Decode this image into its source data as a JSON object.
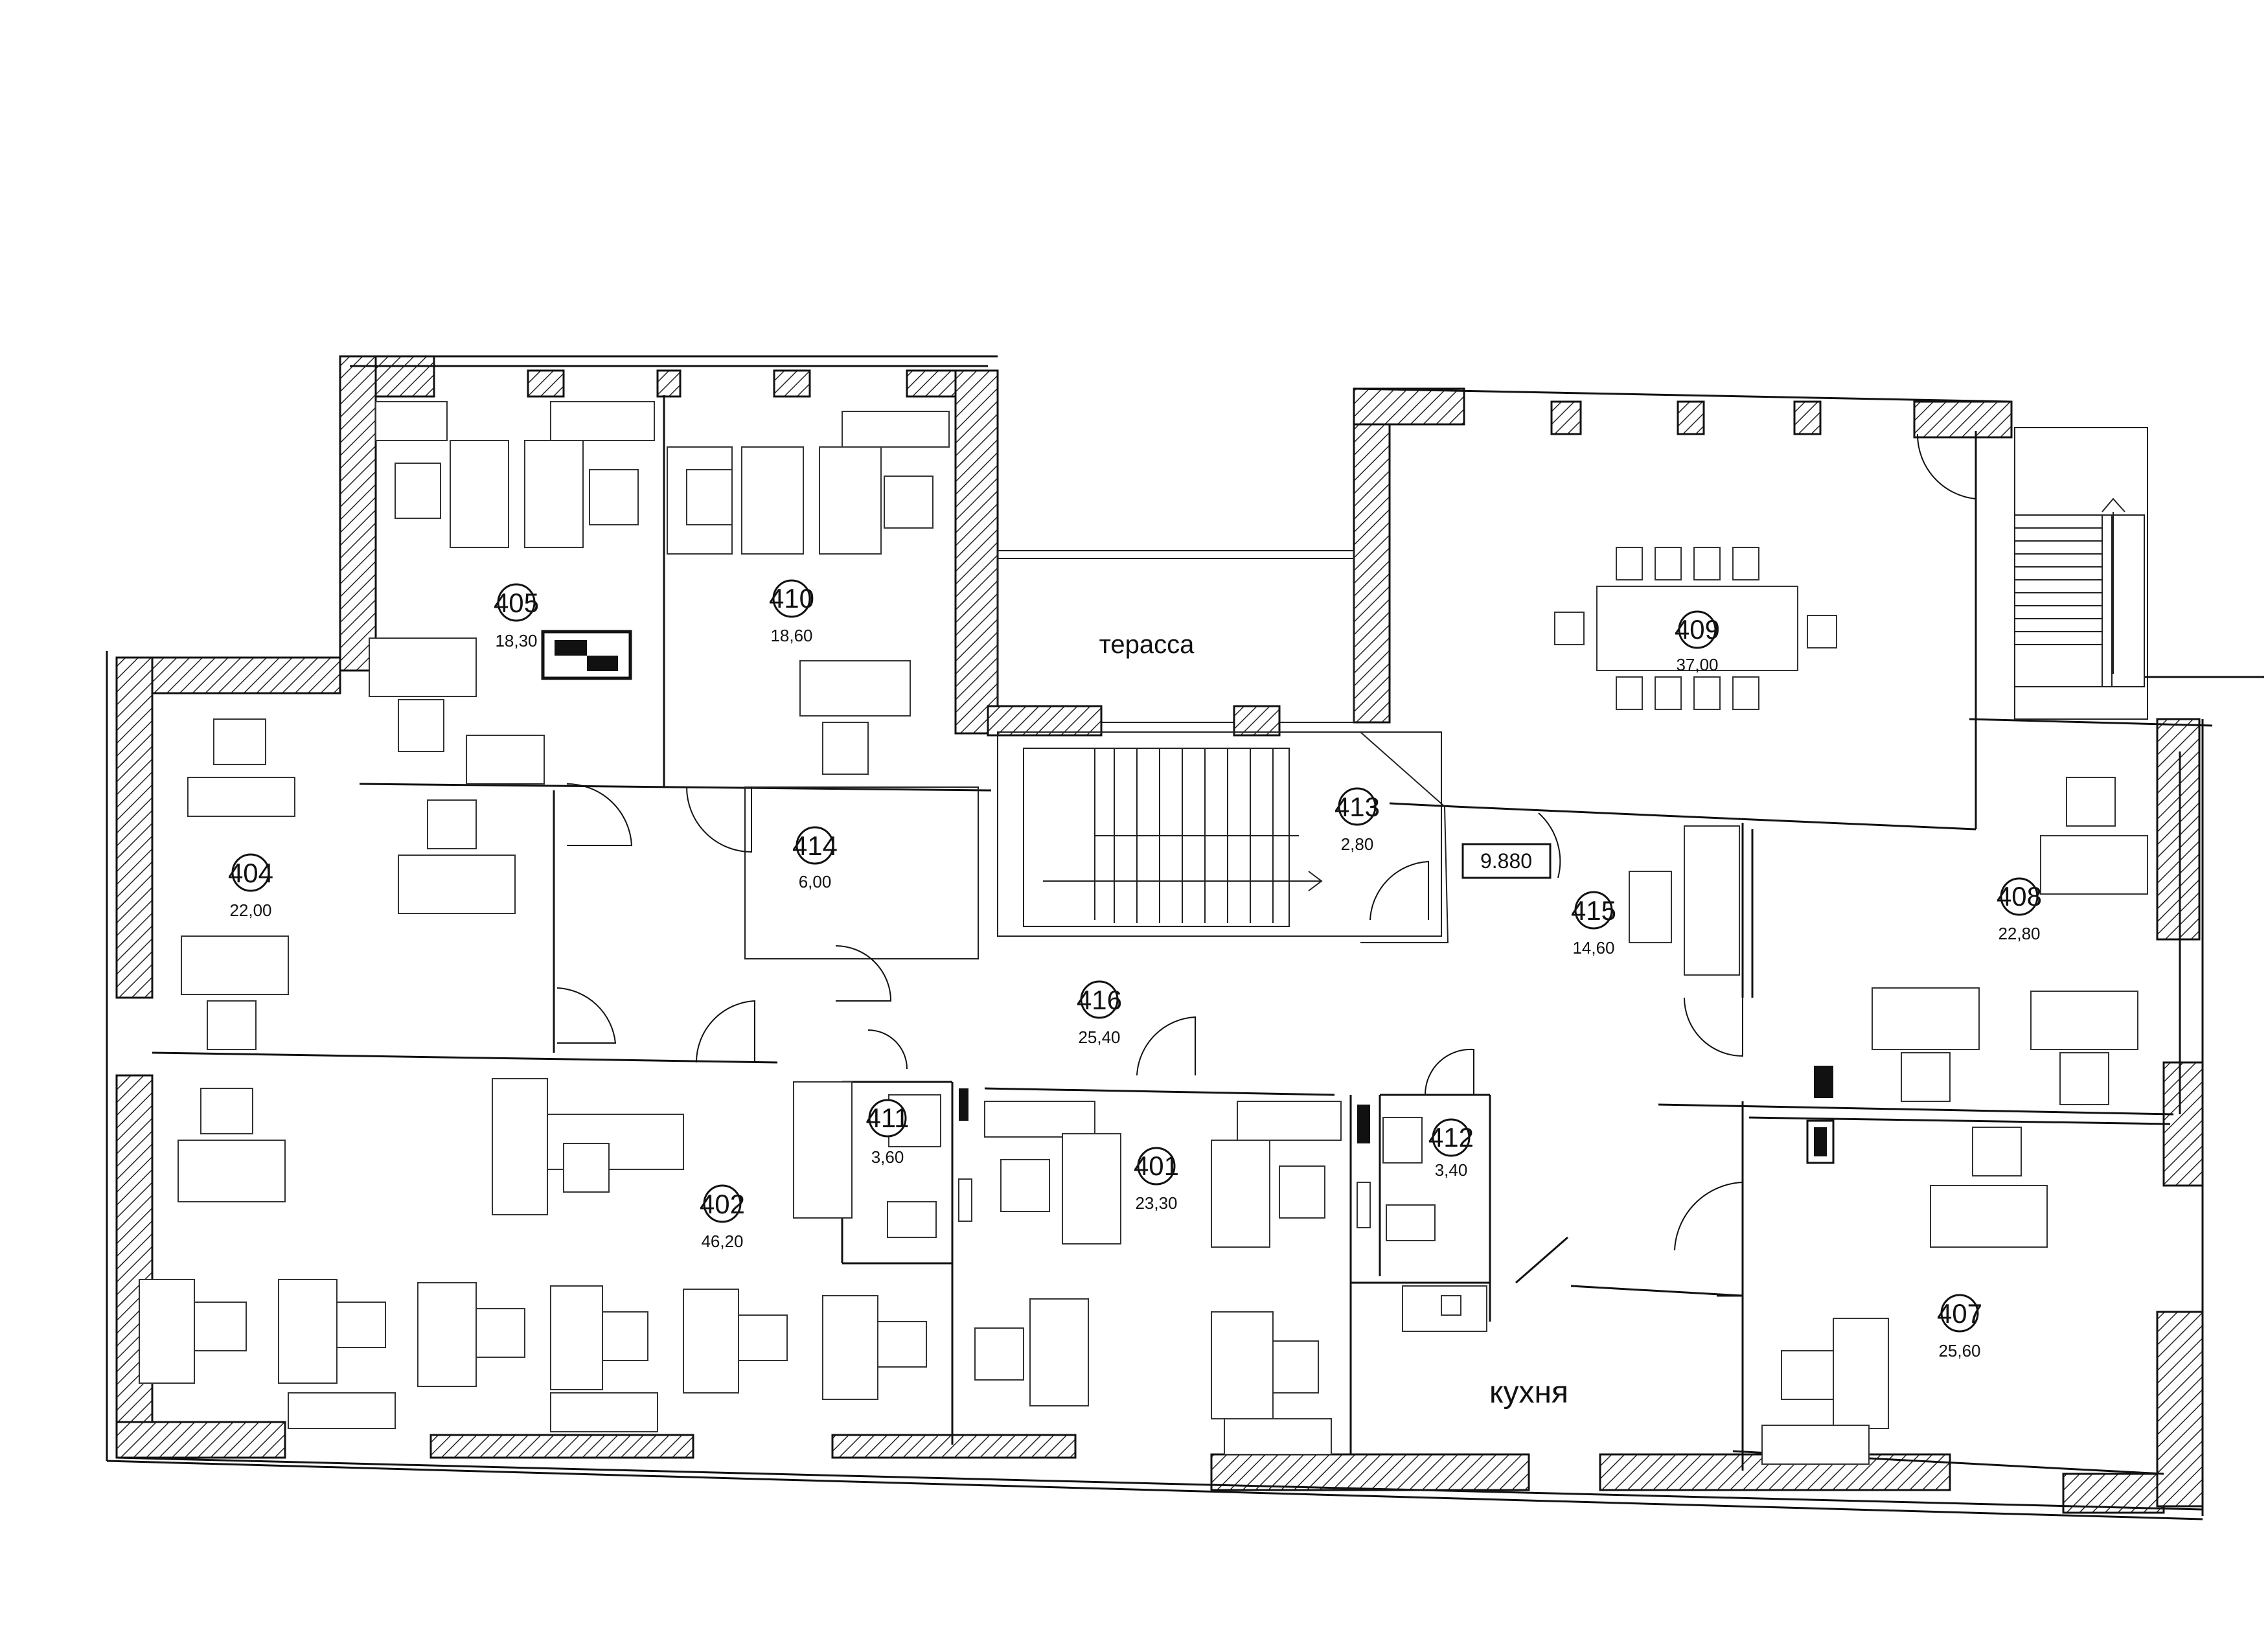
{
  "rooms": [
    {
      "id": "401",
      "number": "401",
      "area": "23,30"
    },
    {
      "id": "402",
      "number": "402",
      "area": "46,20"
    },
    {
      "id": "404",
      "number": "404",
      "area": "22,00"
    },
    {
      "id": "405",
      "number": "405",
      "area": "18,30"
    },
    {
      "id": "407",
      "number": "407",
      "area": "25,60"
    },
    {
      "id": "408",
      "number": "408",
      "area": "22,80"
    },
    {
      "id": "409",
      "number": "409",
      "area": "37,00"
    },
    {
      "id": "410",
      "number": "410",
      "area": "18,60"
    },
    {
      "id": "411",
      "number": "411",
      "area": "3,60"
    },
    {
      "id": "412",
      "number": "412",
      "area": "3,40"
    },
    {
      "id": "413",
      "number": "413",
      "area": "2,80"
    },
    {
      "id": "414",
      "number": "414",
      "area": "6,00"
    },
    {
      "id": "415",
      "number": "415",
      "area": "14,60"
    },
    {
      "id": "416",
      "number": "416",
      "area": "25,40"
    }
  ],
  "labels": {
    "terrace": "терасса",
    "kitchen": "кухня",
    "level_mark": "9.880"
  }
}
